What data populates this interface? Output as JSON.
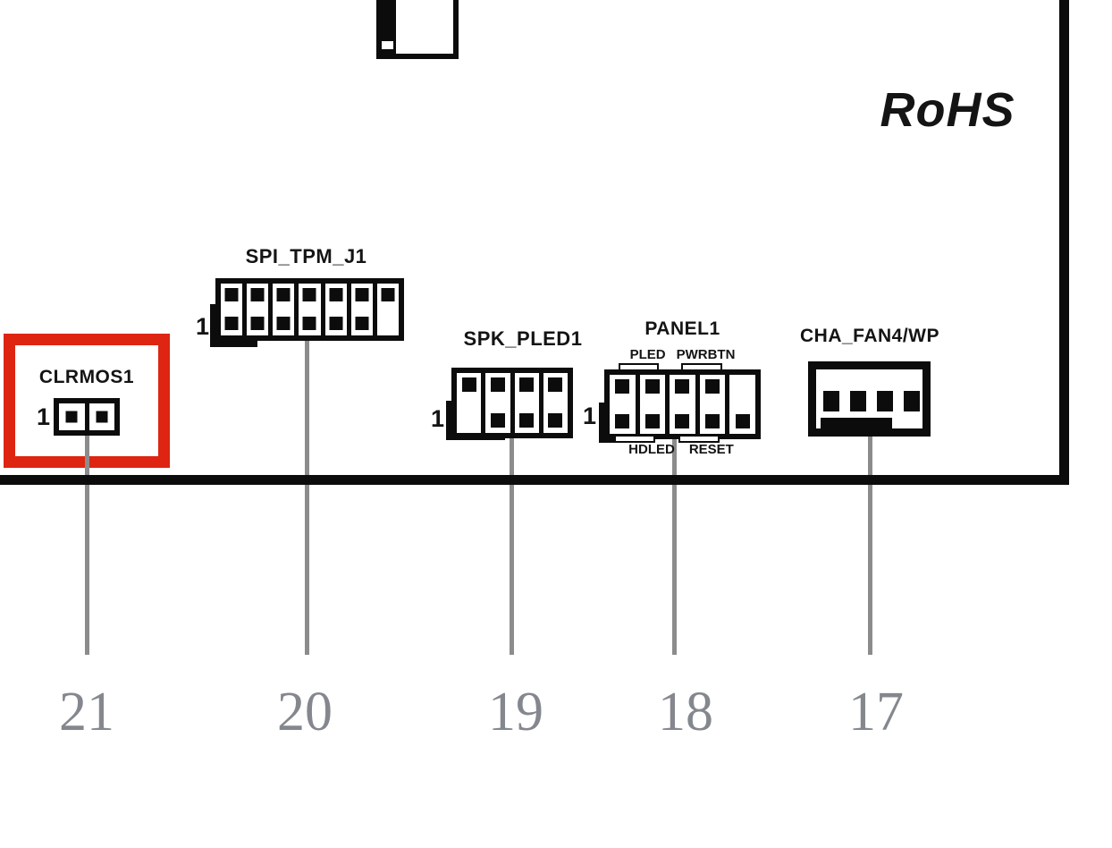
{
  "rohs_label": "RoHS",
  "colors": {
    "highlight": "#dd2512",
    "leader": "#8c8c8c",
    "callout_text": "#84888e",
    "ink": "#141414"
  },
  "connectors": {
    "clrmos": {
      "name": "CLRMOS1",
      "pin1": "1",
      "callout": "21",
      "pin_cols": [
        "c",
        "c"
      ]
    },
    "spi_tpm": {
      "name": "SPI_TPM_J1",
      "pin1": "1",
      "callout": "20",
      "pin_cols": [
        "tb",
        "tb",
        "tb",
        "tb",
        "tb",
        "tb",
        "t"
      ]
    },
    "spk_pled": {
      "name": "SPK_PLED1",
      "pin1": "1",
      "callout": "19",
      "pin_cols": [
        "t",
        "tb",
        "tb",
        "tb"
      ]
    },
    "panel": {
      "name": "PANEL1",
      "pin1": "1",
      "callout": "18",
      "pin_cols": [
        "tb",
        "tb",
        "tb",
        "tb",
        "b"
      ],
      "top_labels": [
        "PLED",
        "PWRBTN"
      ],
      "bottom_labels": [
        "HDLED",
        "RESET"
      ]
    },
    "cha_fan": {
      "name": "CHA_FAN4/WP",
      "callout": "17",
      "pin_count": 4
    }
  }
}
